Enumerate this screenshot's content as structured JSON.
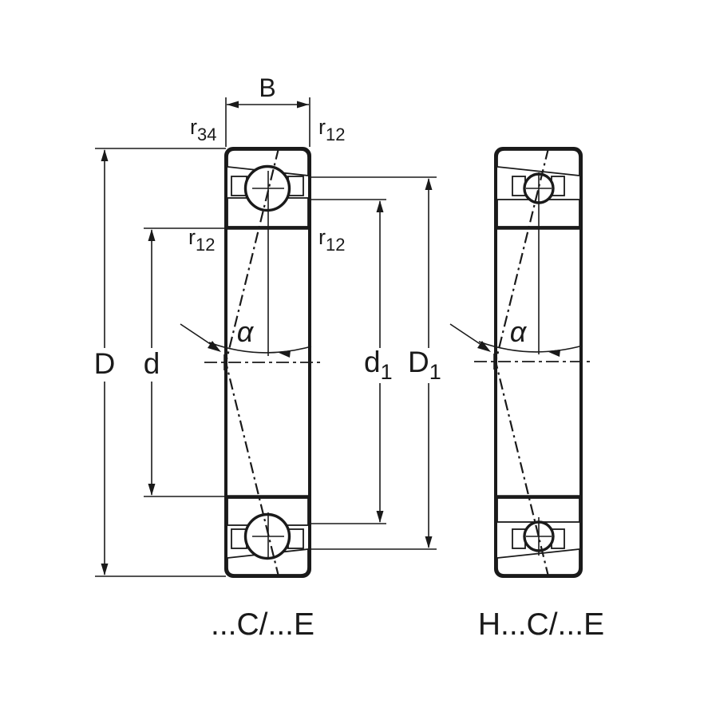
{
  "drawing": {
    "type": "bearing-cross-section-technical-drawing",
    "colors": {
      "line": "#1a1a1a",
      "background": "#ffffff"
    },
    "views": {
      "left": {
        "caption": "...C/...E"
      },
      "right": {
        "caption": "H...C/...E"
      }
    },
    "labels": {
      "width": "B",
      "r_base": "r",
      "r34_sub": "34",
      "r12_sub": "12",
      "outer_diameter": "D",
      "bore_diameter": "d",
      "d1_base": "d",
      "d1_sub": "1",
      "D1_base": "D",
      "D1_sub": "1",
      "contact_angle": "α"
    }
  }
}
